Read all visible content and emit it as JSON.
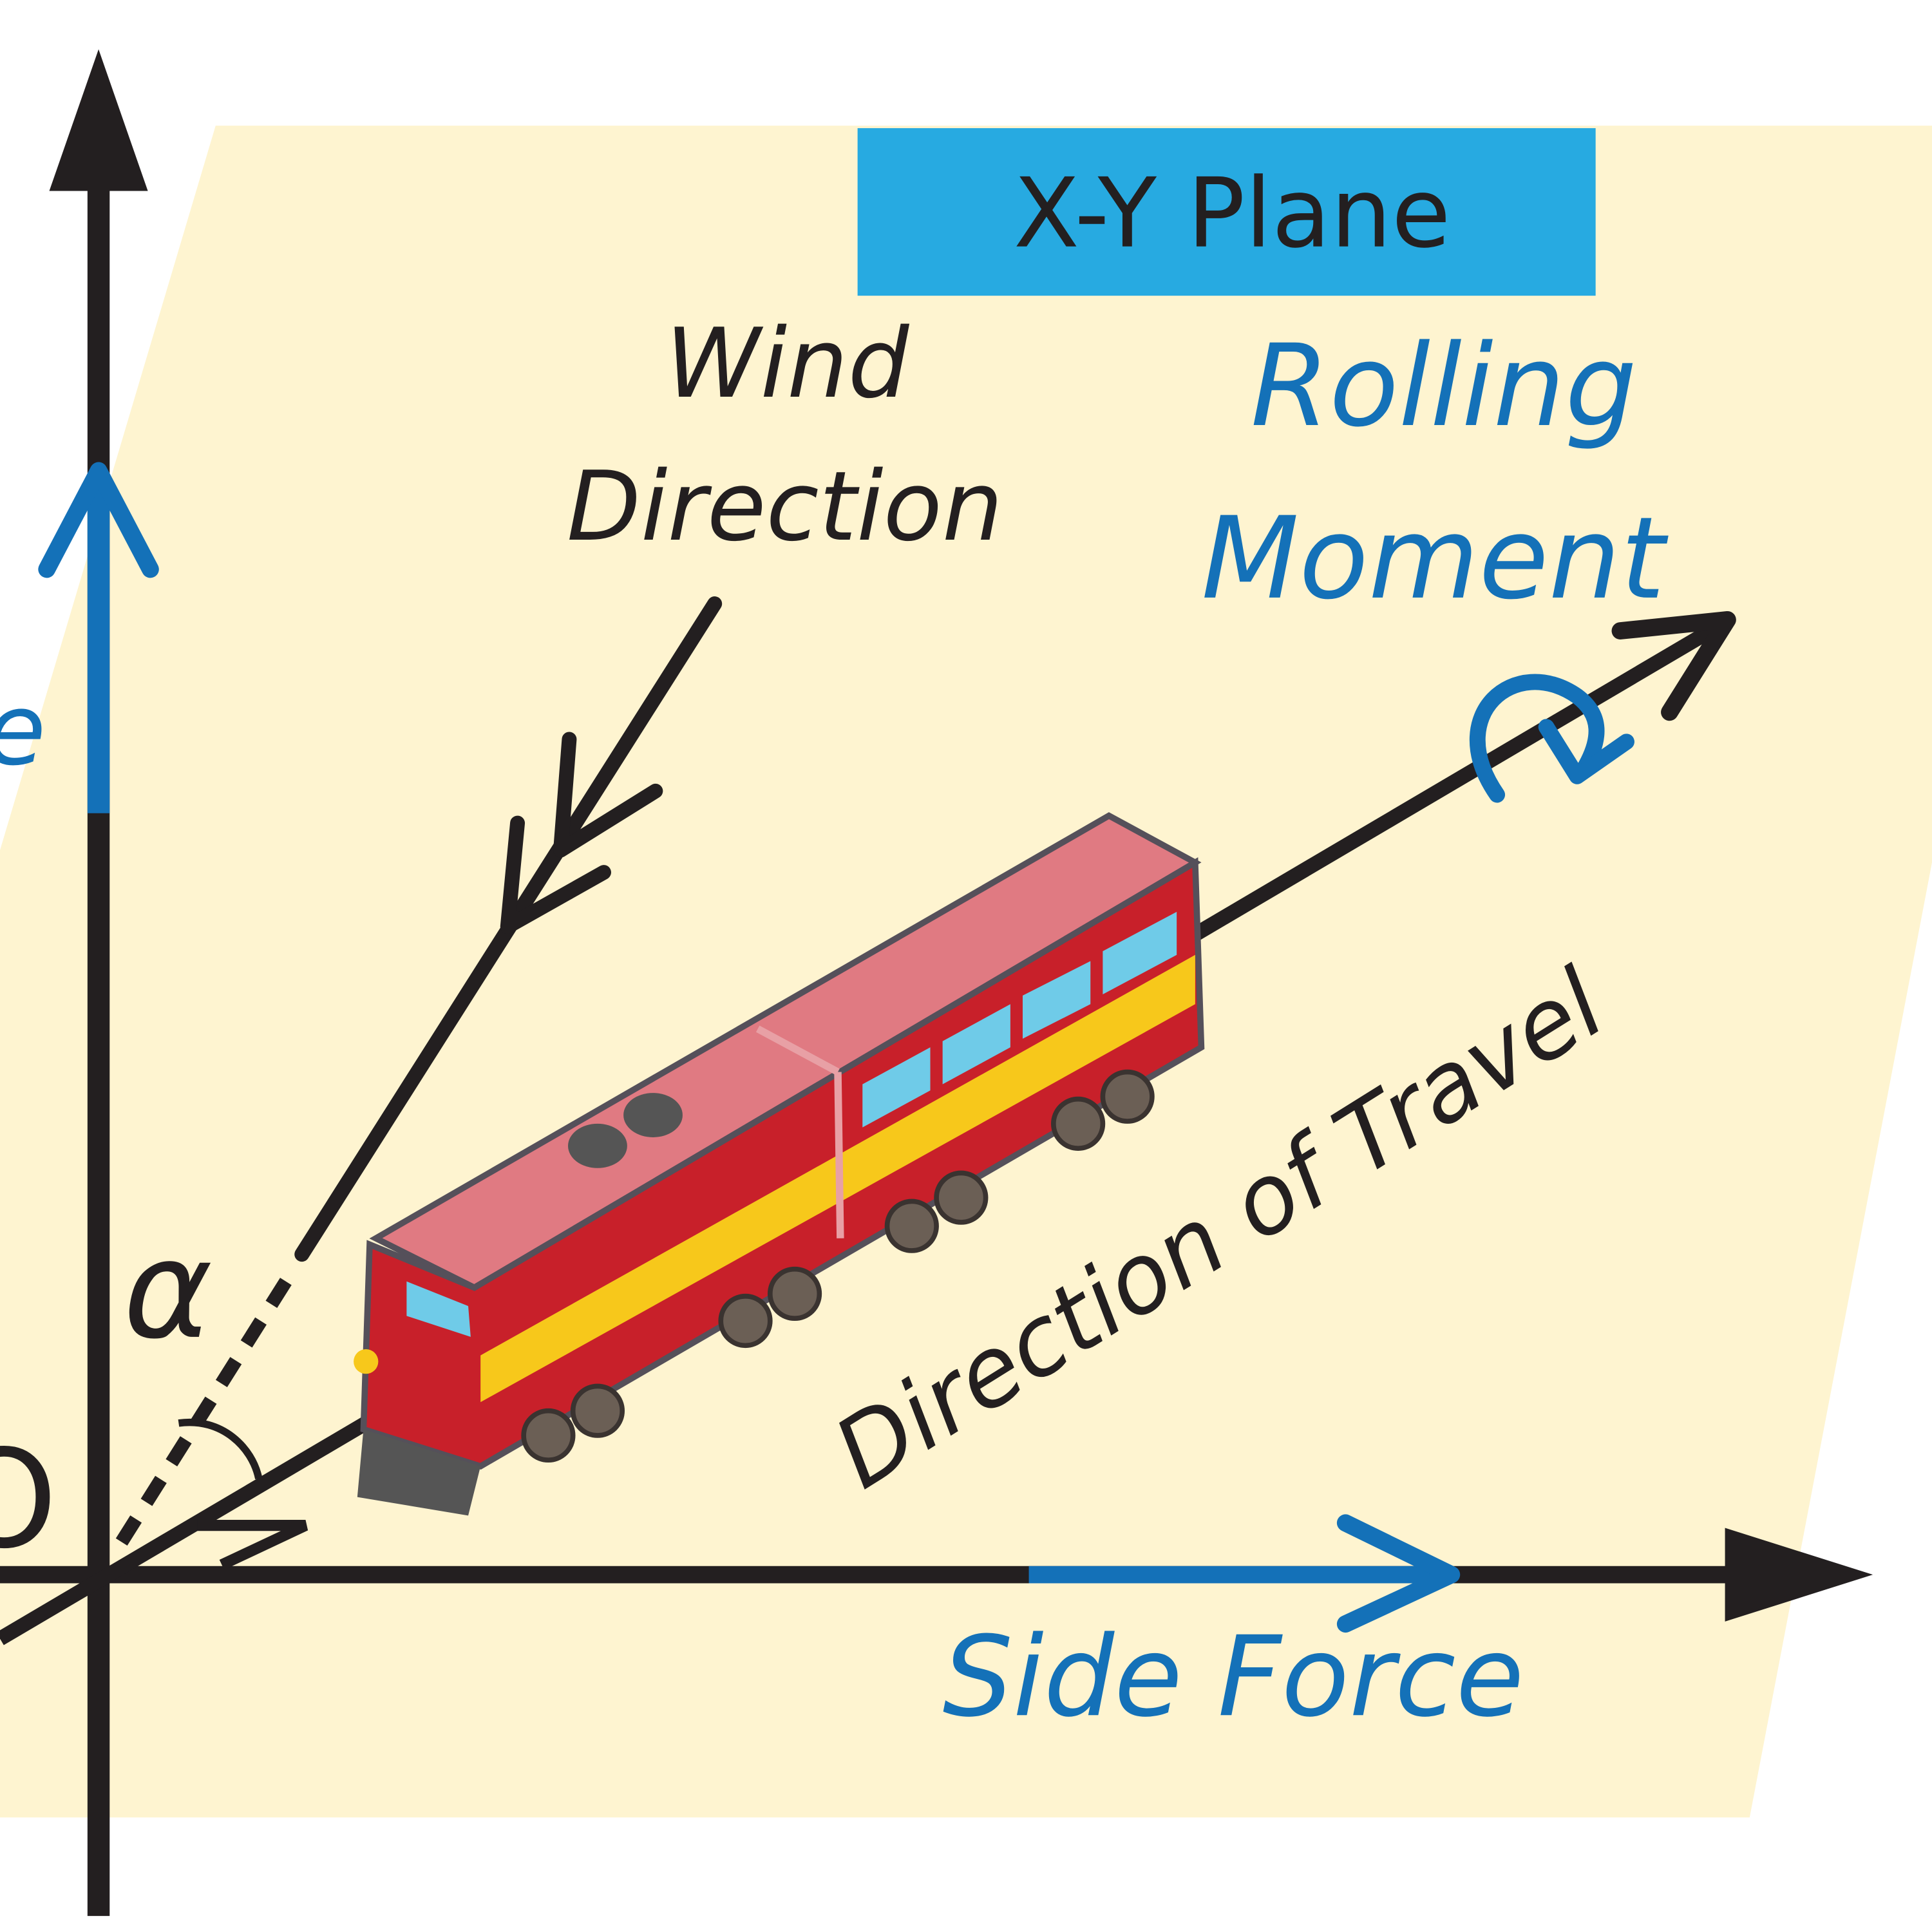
{
  "plane_label": "X-Y Plane",
  "wind_label": [
    "Wind",
    "Direction"
  ],
  "rolling_label": [
    "Rolling",
    "Moment"
  ],
  "travel_label": "Direction of Travel",
  "side_force_label": "Side Force",
  "angle_label": "α",
  "origin_label": "O",
  "partial_left_label": "e",
  "colors": {
    "plane": "#fef4d0",
    "box": "#27aae1",
    "blue": "#1471b8",
    "axis": "#231f20",
    "train_red": "#c8202a",
    "train_stripe": "#f7c81b",
    "window": "#6fcbe8"
  }
}
